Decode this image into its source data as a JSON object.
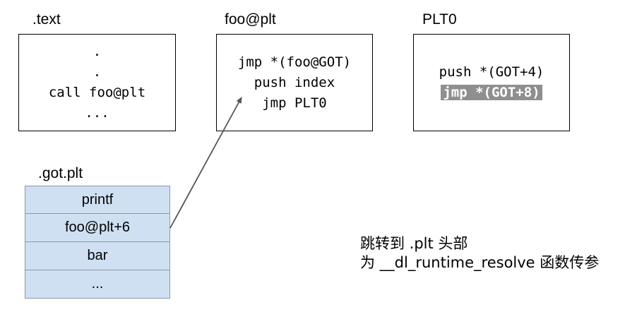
{
  "sections": {
    "text": {
      "title": ".text",
      "lines": [
        ".",
        ".",
        "call foo@plt",
        "..."
      ]
    },
    "plt_entry": {
      "title": "foo@plt",
      "lines": [
        "jmp *(foo@GOT)",
        "push index",
        "jmp PLT0"
      ]
    },
    "plt0": {
      "title": "PLT0",
      "lines": [
        "push *(GOT+4)",
        "jmp *(GOT+8)"
      ],
      "highlighted_line": "jmp *(GOT+8)"
    },
    "got_plt": {
      "title": ".got.plt",
      "rows": [
        "printf",
        "foo@plt+6",
        "bar",
        "..."
      ]
    }
  },
  "annotation": {
    "line1": "跳转到 .plt 头部",
    "line2": "为 __dl_runtime_resolve 函数传参"
  },
  "colors": {
    "table_fill": "#cfe0f2",
    "table_border": "#8a9aab",
    "highlight_bg": "#8f8f8f",
    "arrow": "#555555"
  }
}
